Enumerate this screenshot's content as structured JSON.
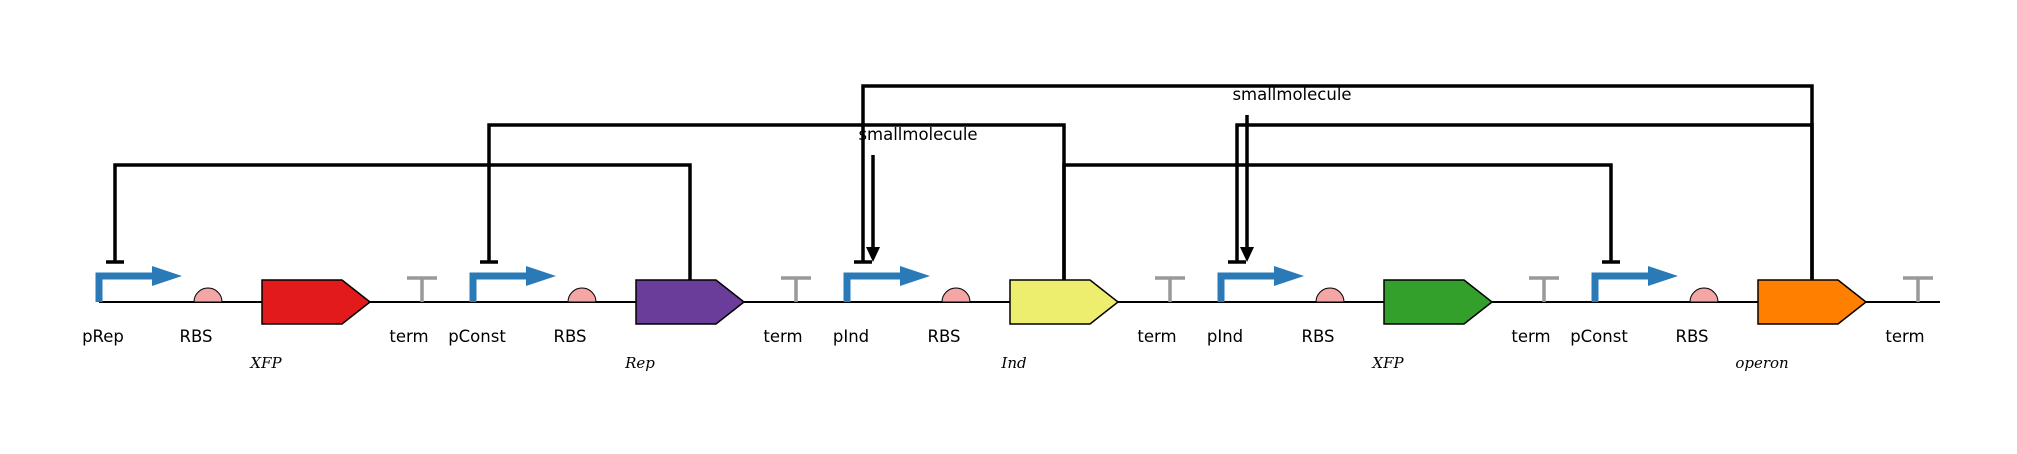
{
  "colors": {
    "backbone": "#000000",
    "promoter": "#2a7ab8",
    "rbs": "#f4a6a6",
    "terminator": "#999999",
    "regulation": "#000000"
  },
  "parts": [
    {
      "id": "p1",
      "type": "promoter",
      "label": "pRep"
    },
    {
      "id": "r1",
      "type": "rbs",
      "label": "RBS"
    },
    {
      "id": "c1",
      "type": "cds",
      "label": "XFP",
      "color": "#e31a1c"
    },
    {
      "id": "t1",
      "type": "terminator",
      "label": "term"
    },
    {
      "id": "p2",
      "type": "promoter",
      "label": "pConst"
    },
    {
      "id": "r2",
      "type": "rbs",
      "label": "RBS"
    },
    {
      "id": "c2",
      "type": "cds",
      "label": "Rep",
      "color": "#6a3d9a"
    },
    {
      "id": "t2",
      "type": "terminator",
      "label": "term"
    },
    {
      "id": "p3",
      "type": "promoter",
      "label": "pInd"
    },
    {
      "id": "r3",
      "type": "rbs",
      "label": "RBS"
    },
    {
      "id": "c3",
      "type": "cds",
      "label": "Ind",
      "color": "#eeee6e"
    },
    {
      "id": "t3",
      "type": "terminator",
      "label": "term"
    },
    {
      "id": "p4",
      "type": "promoter",
      "label": "pInd"
    },
    {
      "id": "r4",
      "type": "rbs",
      "label": "RBS"
    },
    {
      "id": "c4",
      "type": "cds",
      "label": "XFP",
      "color": "#33a02c"
    },
    {
      "id": "t4",
      "type": "terminator",
      "label": "term"
    },
    {
      "id": "p5",
      "type": "promoter",
      "label": "pConst"
    },
    {
      "id": "r5",
      "type": "rbs",
      "label": "RBS"
    },
    {
      "id": "c5",
      "type": "cds",
      "label": "operon",
      "color": "#ff7f00"
    },
    {
      "id": "t5",
      "type": "terminator",
      "label": "term"
    }
  ],
  "regulations": [
    {
      "from": "c2",
      "to": "p1",
      "type": "repression"
    },
    {
      "from": "c3",
      "to": "p2",
      "type": "repression"
    },
    {
      "from": "c3",
      "to": "p5",
      "type": "repression"
    },
    {
      "from": "c5",
      "to": "p3",
      "type": "repression"
    },
    {
      "from": "c5",
      "to": "p4",
      "type": "repression"
    }
  ],
  "inducers": [
    {
      "label": "smallmolecule",
      "target": "p3"
    },
    {
      "label": "smallmolecule",
      "target": "p4"
    }
  ]
}
